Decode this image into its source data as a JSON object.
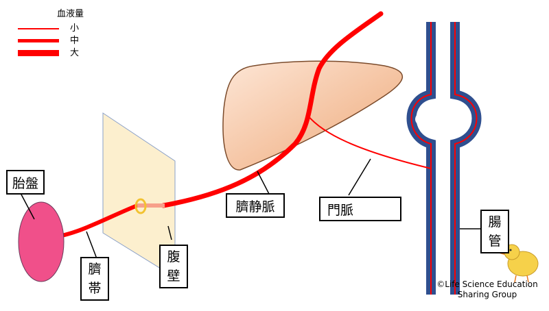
{
  "legend": {
    "title": "血液量",
    "items": [
      {
        "label": "小"
      },
      {
        "label": "中"
      },
      {
        "label": "大"
      }
    ]
  },
  "labels": {
    "placenta": "胎盤",
    "umbilical_cord_1": "臍",
    "umbilical_cord_2": "帯",
    "abdominal_wall_1": "腹",
    "abdominal_wall_2": "壁",
    "umbilical_vein": "臍静脈",
    "portal_vein": "門脈",
    "intestine_1": "腸",
    "intestine_2": "管"
  },
  "credit": {
    "line1": "©Life Science Education",
    "line2": "Sharing Group"
  },
  "colors": {
    "vessel": "#ff0000",
    "liver_fill": "#f0b894",
    "liver_stroke": "#7a4a2a",
    "placenta": "#f0508a",
    "abdominal_wall": "#fbecc6",
    "intestine": "#2f4f8f"
  },
  "icons": [
    "mascot-chick-icon"
  ]
}
